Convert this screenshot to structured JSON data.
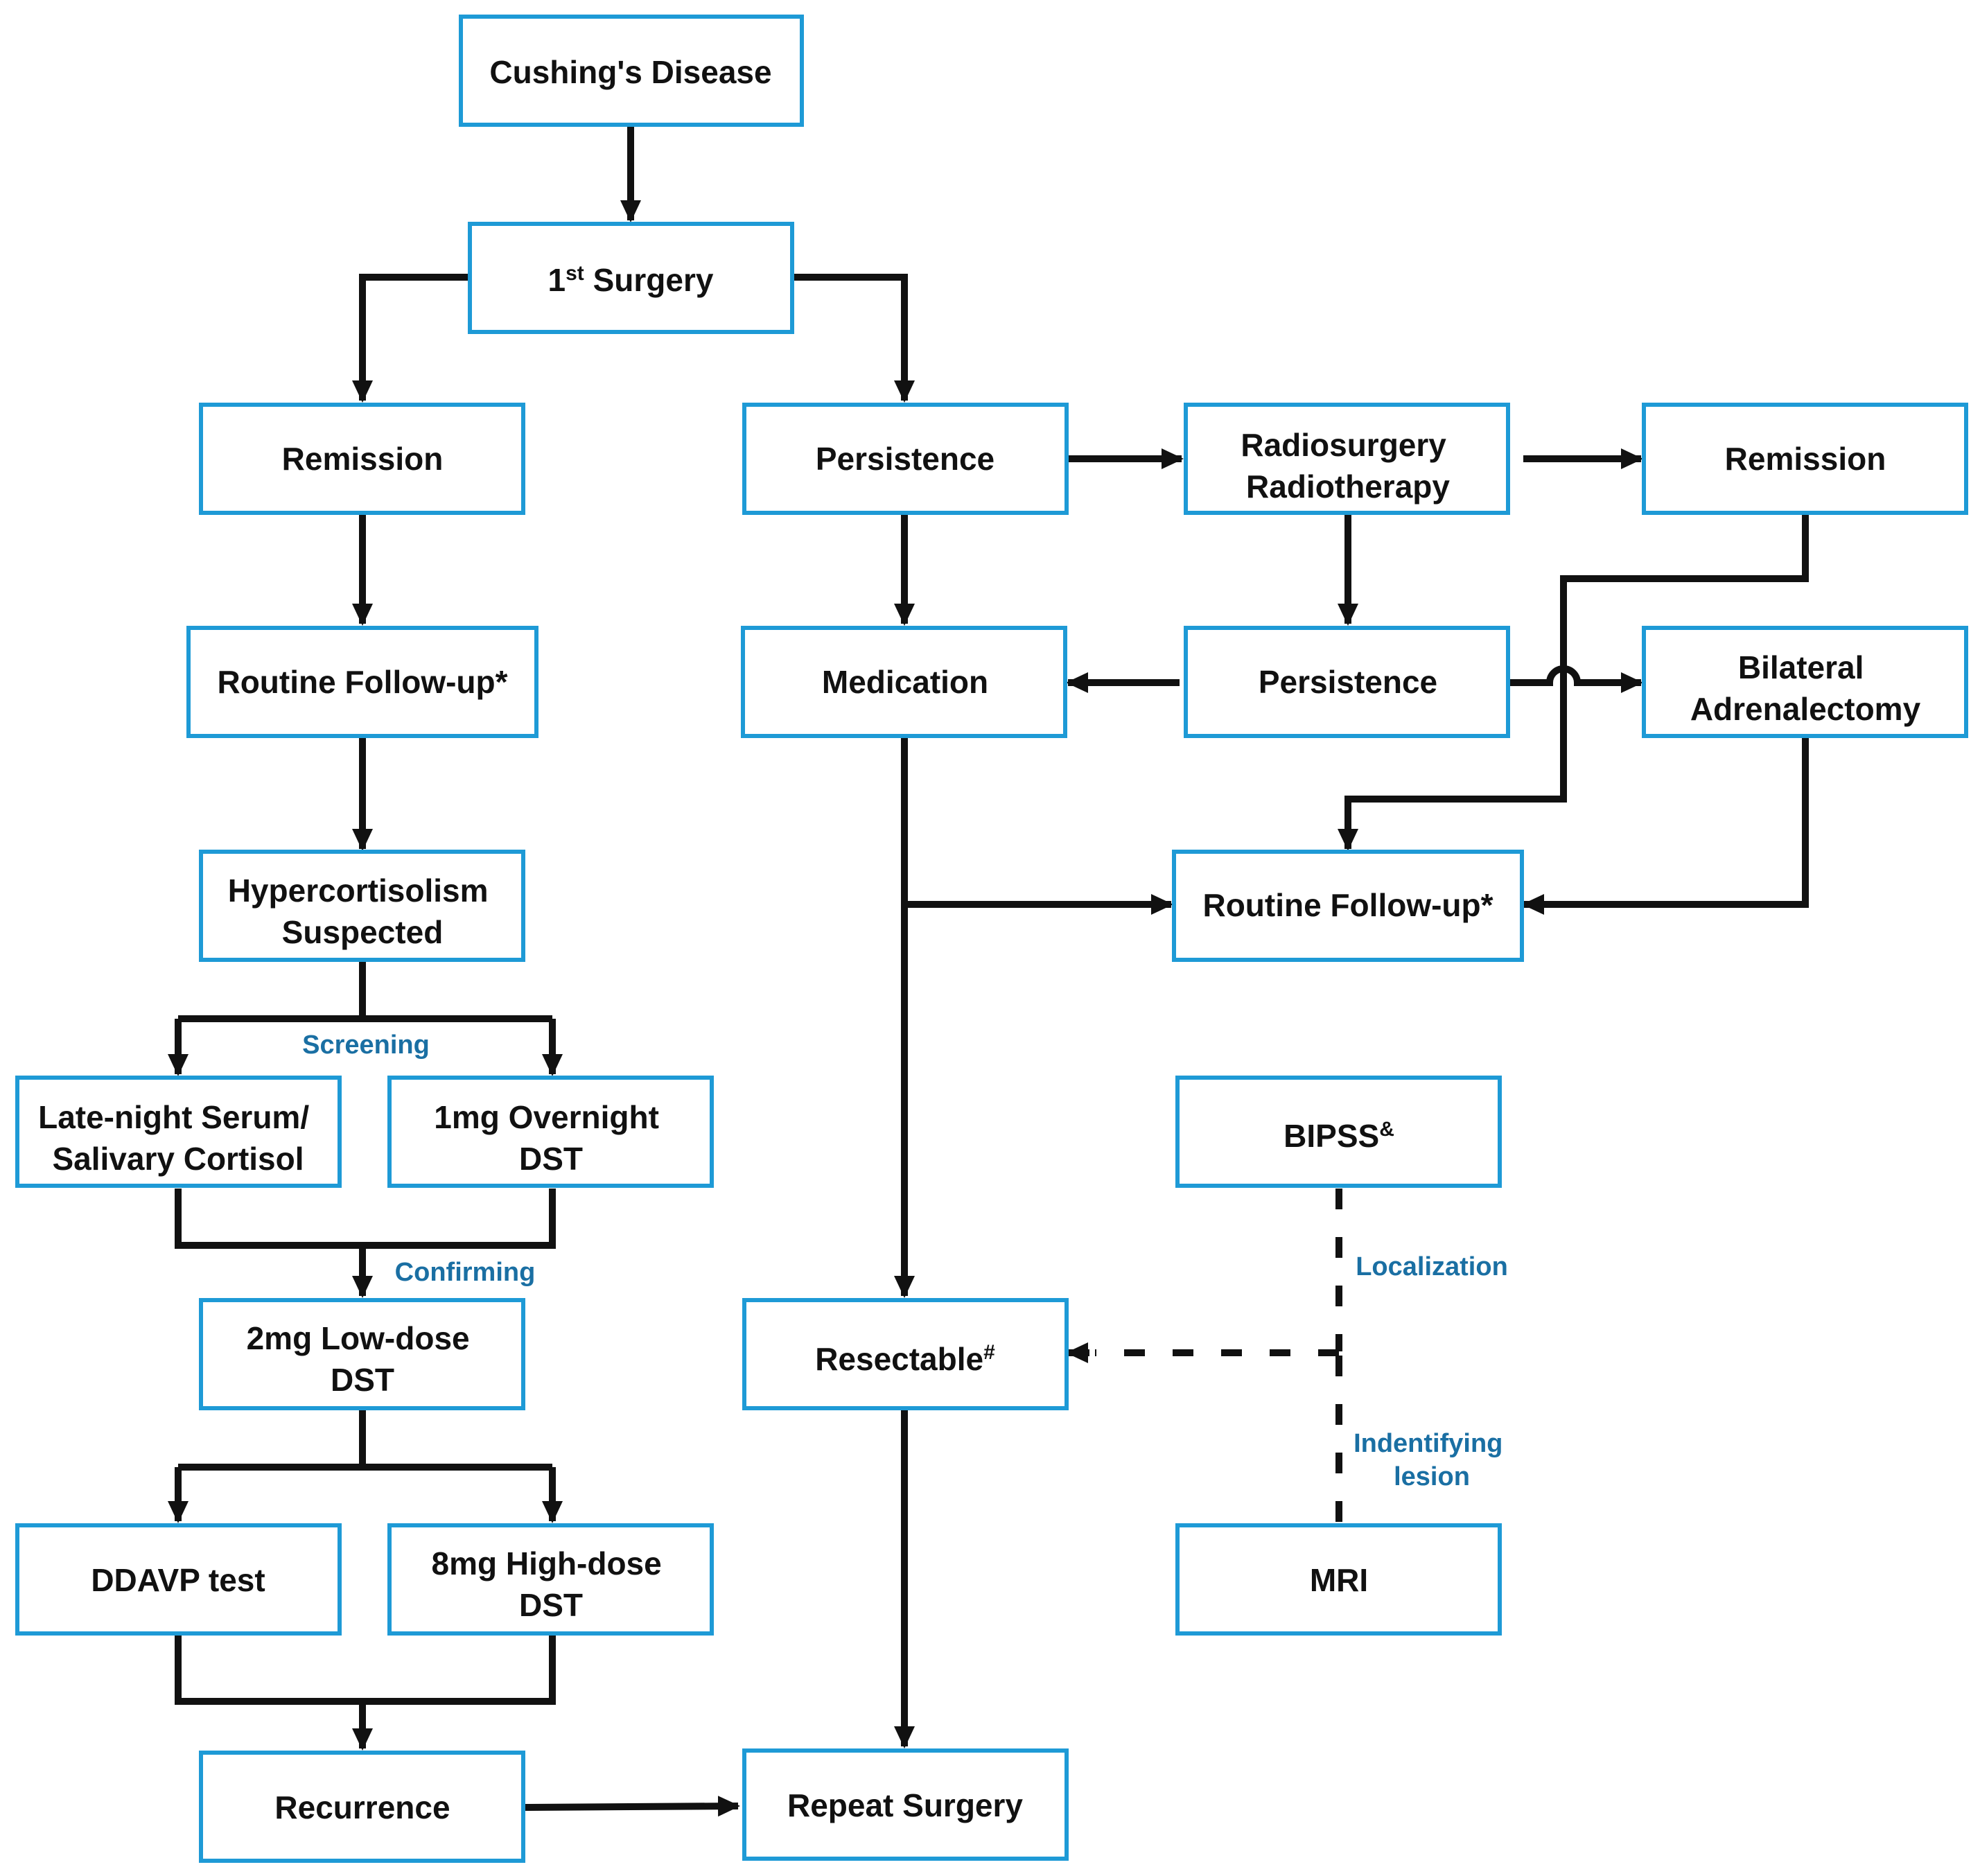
{
  "nodes": {
    "cushings": {
      "lines": [
        "Cushing's Disease"
      ]
    },
    "first_surgery": {
      "lines": [
        "1",
        "st",
        " Surgery"
      ]
    },
    "remission_left": {
      "lines": [
        "Remission"
      ]
    },
    "persistence_1": {
      "lines": [
        "Persistence"
      ]
    },
    "radio": {
      "lines": [
        "Radiosurgery",
        "Radiotherapy"
      ]
    },
    "remission_right": {
      "lines": [
        "Remission"
      ]
    },
    "followup_left": {
      "lines": [
        "Routine Follow-up*"
      ]
    },
    "medication": {
      "lines": [
        "Medication"
      ]
    },
    "persistence_2": {
      "lines": [
        "Persistence"
      ]
    },
    "bilateral": {
      "lines": [
        "Bilateral",
        "Adrenalectomy"
      ]
    },
    "hyper": {
      "lines": [
        "Hypercortisolism",
        "Suspected"
      ]
    },
    "followup_right": {
      "lines": [
        "Routine Follow-up*"
      ]
    },
    "late_night": {
      "lines": [
        "Late-night Serum/",
        "Salivary Cortisol"
      ]
    },
    "overnight": {
      "lines": [
        "1mg Overnight",
        "DST"
      ]
    },
    "bipss": {
      "lines": [
        "BIPSS",
        "&"
      ]
    },
    "lowdose": {
      "lines": [
        "2mg Low-dose",
        "DST"
      ]
    },
    "resectable": {
      "lines": [
        "Resectable",
        "#"
      ]
    },
    "ddavp": {
      "lines": [
        "DDAVP test"
      ]
    },
    "highdose": {
      "lines": [
        "8mg High-dose",
        "DST"
      ]
    },
    "mri": {
      "lines": [
        "MRI"
      ]
    },
    "recurrence": {
      "lines": [
        "Recurrence"
      ]
    },
    "repeat": {
      "lines": [
        "Repeat Surgery"
      ]
    }
  },
  "edge_labels": {
    "screening": "Screening",
    "confirming": "Confirming",
    "localization": "Localization",
    "identifying": [
      "Indentifying",
      "lesion"
    ]
  },
  "colors": {
    "box_border": "#1e9ad6",
    "arrow": "#111111",
    "edge_label": "#1a6fa3"
  }
}
